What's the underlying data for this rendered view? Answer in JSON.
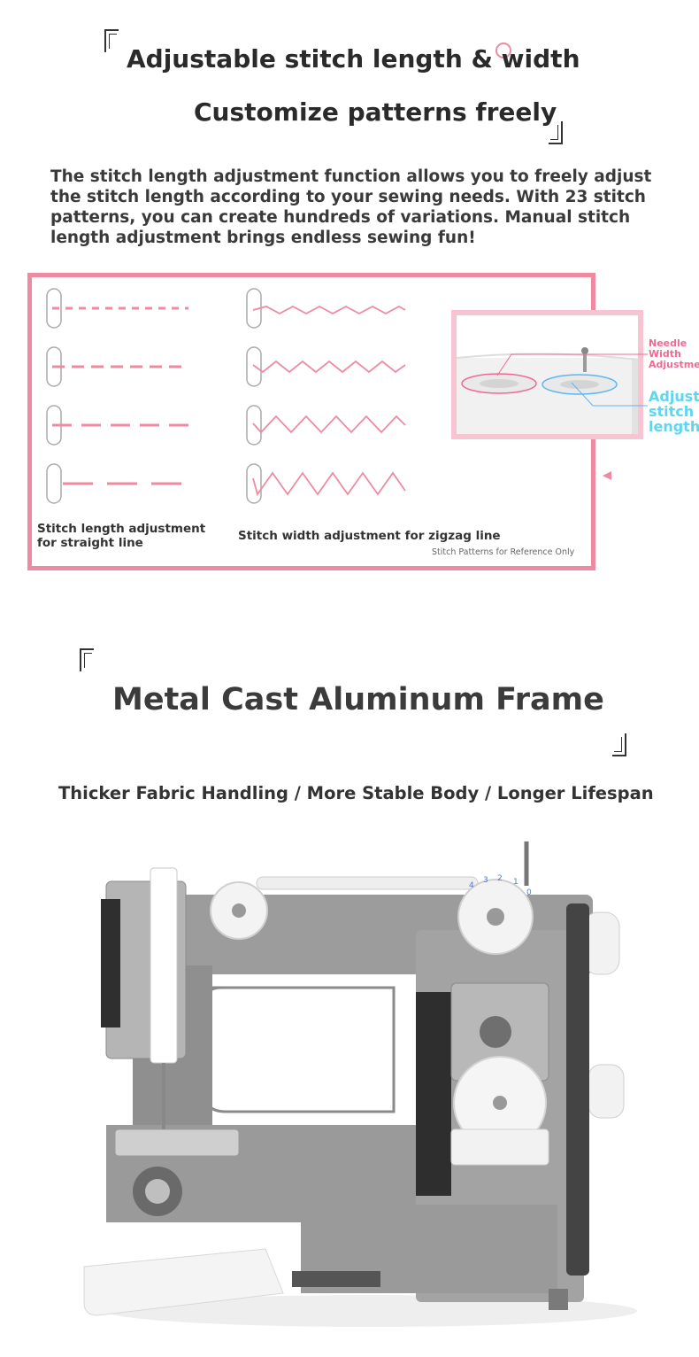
{
  "section1": {
    "heading_line1": "Adjustable stitch length & width",
    "heading_line2": "Customize patterns freely",
    "intro_lines": [
      "The stitch length adjustment function allows you to freely adjust",
      "the stitch length according to your sewing needs. With 23 stitch",
      "patterns, you can create hundreds of variations. Manual stitch",
      "length adjustment brings endless sewing fun!"
    ]
  },
  "diagram": {
    "straight_caption_line1": "Stitch length adjustment",
    "straight_caption_line2": "for straight line",
    "zigzag_caption": "Stitch width adjustment for zigzag line",
    "reference_note": "Stitch Patterns for Reference Only",
    "needle_label_lines": [
      "Needle",
      "Width",
      "Adjustmen"
    ],
    "length_label_lines": [
      "Adjust",
      "stitch",
      "length"
    ],
    "colors": {
      "accent_pink": "#ef8aa0",
      "label_pink": "#ef6a91",
      "label_blue": "#5fd6ee"
    }
  },
  "section2": {
    "heading": "Metal Cast Aluminum Frame",
    "subheading": "Thicker Fabric Handling / More Stable Body / Longer Lifespan",
    "machine_dial_numbers": [
      "4",
      "3",
      "2",
      "1",
      "0"
    ]
  },
  "icons": [
    "open-corner-bracket-icon",
    "close-corner-bracket-icon",
    "pink-circle-icon",
    "pink-triangle-icon"
  ]
}
